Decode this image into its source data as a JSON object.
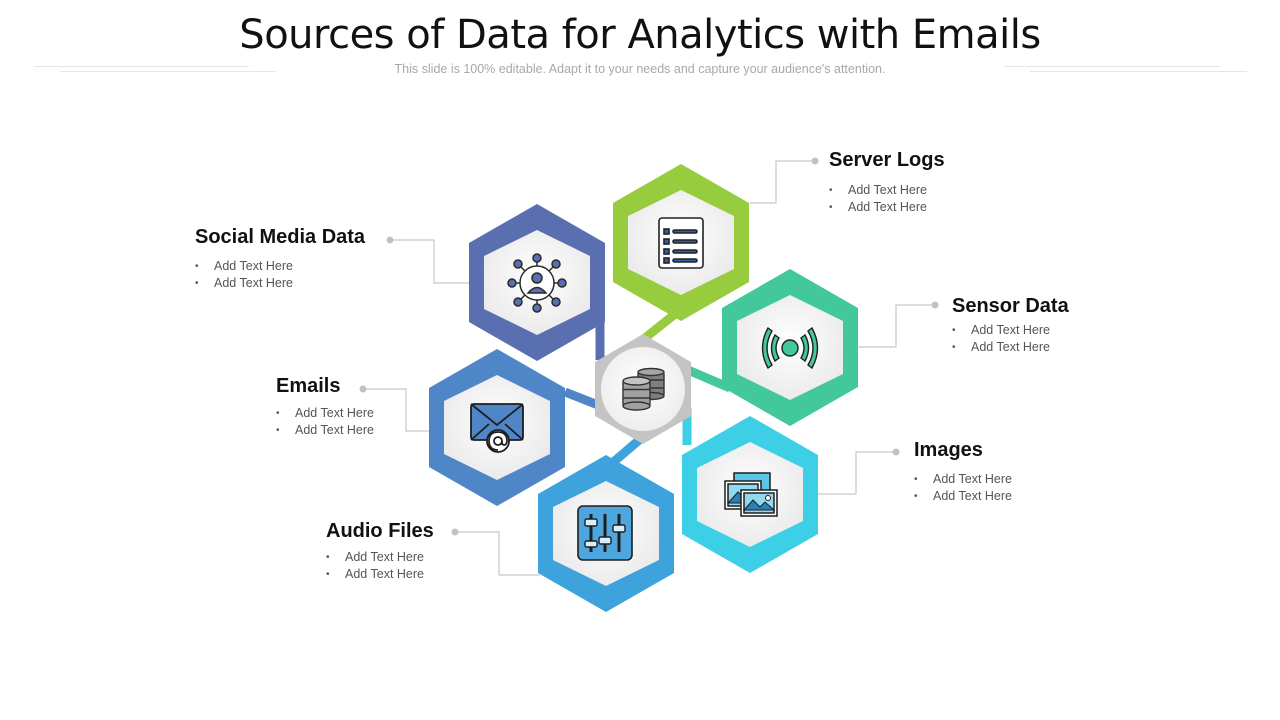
{
  "title": "Sources of Data for Analytics with Emails",
  "subtitle": "This slide is 100% editable. Adapt it to your needs and capture your audience's attention.",
  "center": {
    "icon": "database-icon",
    "color": "#c4c4c4"
  },
  "sources": [
    {
      "id": "social-media",
      "label": "Social Media Data",
      "icon": "social-network-icon",
      "color": "#5a6fb0",
      "bullets": [
        "Add Text Here",
        "Add Text Here"
      ]
    },
    {
      "id": "server-logs",
      "label": "Server Logs",
      "icon": "server-log-list-icon",
      "color": "#96cc3d",
      "bullets": [
        "Add Text Here",
        "Add Text Here"
      ]
    },
    {
      "id": "sensor-data",
      "label": "Sensor Data",
      "icon": "sensor-signal-icon",
      "color": "#43c89b",
      "bullets": [
        "Add Text Here",
        "Add Text Here"
      ]
    },
    {
      "id": "images",
      "label": "Images",
      "icon": "images-icon",
      "color": "#3dcfe6",
      "bullets": [
        "Add Text Here",
        "Add Text Here"
      ]
    },
    {
      "id": "audio-files",
      "label": "Audio Files",
      "icon": "audio-mixer-icon",
      "color": "#3ea2dc",
      "bullets": [
        "Add Text Here",
        "Add Text Here"
      ]
    },
    {
      "id": "emails",
      "label": "Emails",
      "icon": "email-icon",
      "color": "#4f86c8",
      "bullets": [
        "Add Text Here",
        "Add Text Here"
      ]
    }
  ]
}
